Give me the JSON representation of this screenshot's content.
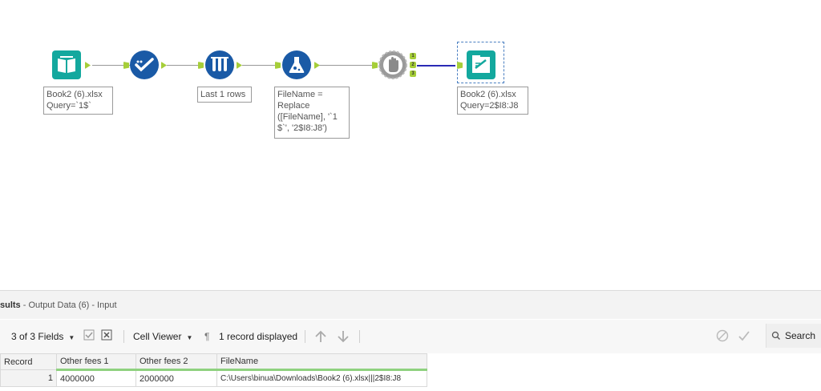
{
  "canvas": {
    "nodes": [
      {
        "name": "input",
        "label": "Book2 (6).xlsx\nQuery=`1$`",
        "color": "#13a89e"
      },
      {
        "name": "auto-field",
        "label": "",
        "color": "#1a5aa6"
      },
      {
        "name": "sample",
        "label": "Last 1 rows",
        "color": "#1a5aa6"
      },
      {
        "name": "formula",
        "label": "FileName =\nReplace\n([FileName], '`1\n$`', '2$I8:J8')",
        "color": "#1a5aa6"
      },
      {
        "name": "block-until-done",
        "label": "",
        "color": "#9a9a9a"
      },
      {
        "name": "output",
        "label": "Book2 (6).xlsx\nQuery=2$I8:J8",
        "color": "#13a89e"
      }
    ],
    "block_anchors": [
      "1",
      "2",
      "3"
    ]
  },
  "results": {
    "title_bold": "sults",
    "title_rest": " - Output Data (6) - Input"
  },
  "toolbar": {
    "fields": "3 of 3 Fields",
    "cell_viewer": "Cell Viewer",
    "pilcrow": "¶",
    "records": "1 record displayed",
    "search": "Search"
  },
  "grid": {
    "headers": [
      "Record",
      "Other fees 1",
      "Other fees 2",
      "FileName"
    ],
    "row": [
      "1",
      "4000000",
      "2000000",
      "C:\\Users\\binua\\Downloads\\Book2 (6).xlsx|||2$I8:J8"
    ]
  }
}
